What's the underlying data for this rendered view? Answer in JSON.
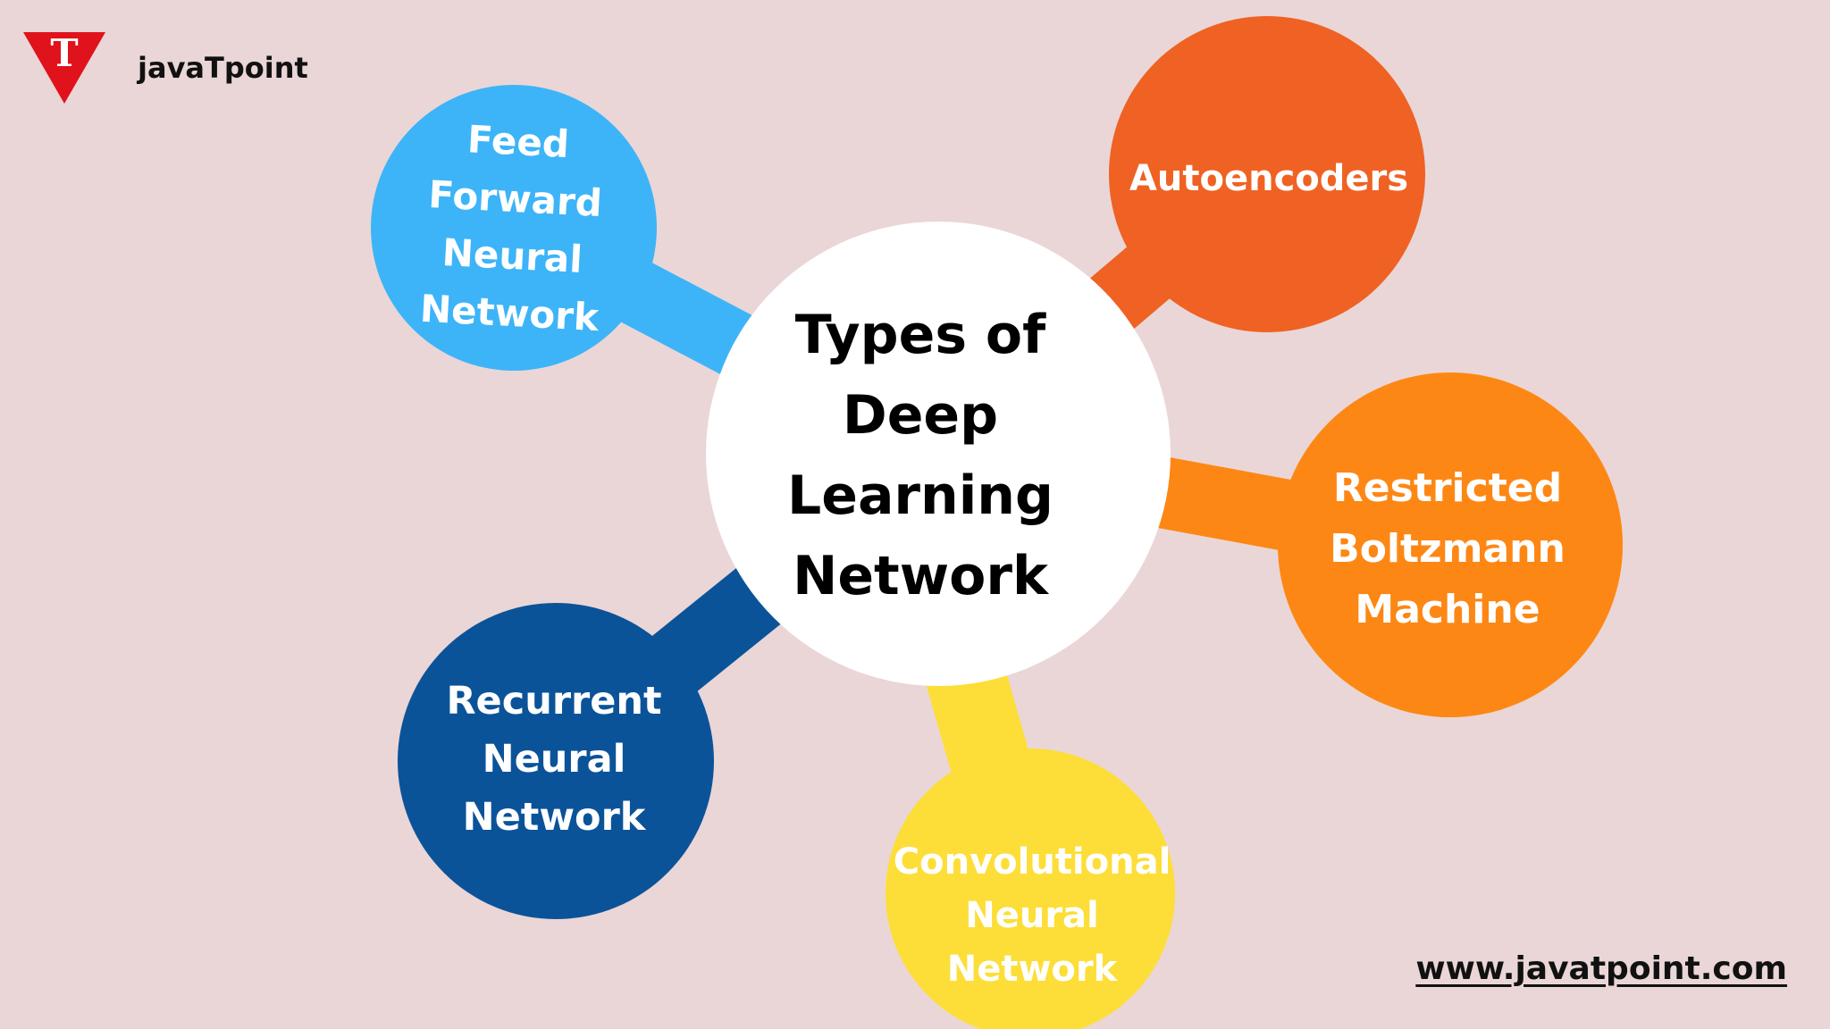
{
  "brand": {
    "name": "javaTpoint",
    "logo_letter": "T"
  },
  "website": "www.javatpoint.com",
  "center": {
    "label": "Types of Deep\nLearning\nNetwork"
  },
  "nodes": [
    {
      "id": "feed-forward",
      "label": "Feed\nForward\nNeural\nNetwork",
      "color": "#3db4f8"
    },
    {
      "id": "autoencoders",
      "label": "Autoencoders",
      "color": "#ef6223"
    },
    {
      "id": "restricted-boltzmann",
      "label": "Restricted\nBoltzmann\nMachine",
      "color": "#fd8714"
    },
    {
      "id": "convolutional",
      "label": "Convolutional\nNeural\nNetwork",
      "color": "#fdde38"
    },
    {
      "id": "recurrent",
      "label": "Recurrent\nNeural\nNetwork",
      "color": "#0b5399"
    }
  ],
  "colors": {
    "background": "#ead6d6",
    "center_fill": "#ffffff",
    "logo_red": "#e0121b"
  }
}
